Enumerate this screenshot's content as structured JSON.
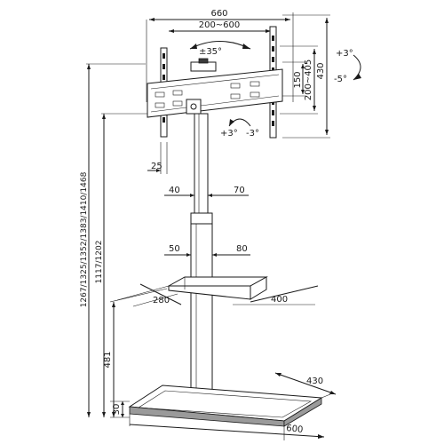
{
  "dimensions": {
    "width_total": "660",
    "vesa_width": "200~600",
    "vesa_height": "200~405",
    "height_total": "430",
    "bracket_150": "150",
    "swivel": "±35°",
    "tilt_up": "+3°",
    "tilt_down": "-5°",
    "rot_plus": "+3°",
    "rot_minus": "-3°",
    "arm_25": "25",
    "upper_pole_left": "40",
    "upper_pole_right": "70",
    "lower_pole_left": "50",
    "lower_pole_right": "80",
    "shelf_depth": "280",
    "shelf_width": "400",
    "base_depth": "430",
    "base_width": "600",
    "height_options": "1267/1325/1352/1383/1410/1468",
    "height_shelf_options": "1117/1202",
    "height_481": "481",
    "height_30": "30"
  }
}
